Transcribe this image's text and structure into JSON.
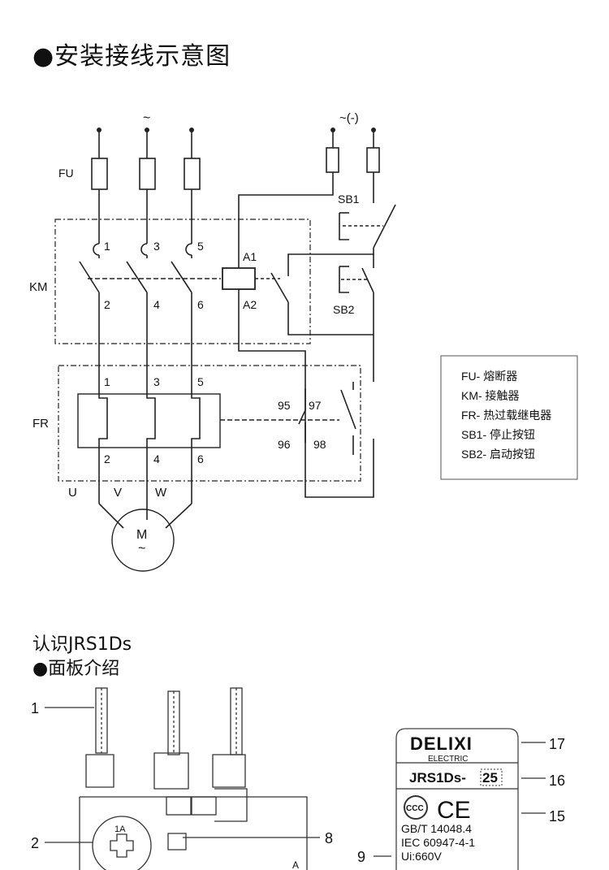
{
  "section_title": "●安装接线示意图",
  "wiring": {
    "tilde": "~",
    "dc_supply": "~(-)",
    "fu": "FU",
    "km": "KM",
    "fr": "FR",
    "sb1": "SB1",
    "sb2": "SB2",
    "a1": "A1",
    "a2": "A2",
    "km_top": [
      "1",
      "3",
      "5"
    ],
    "km_bottom": [
      "2",
      "4",
      "6"
    ],
    "fr_top": [
      "1",
      "3",
      "5"
    ],
    "fr_bottom": [
      "2",
      "4",
      "6"
    ],
    "aux": [
      "95",
      "97",
      "96",
      "98"
    ],
    "phases": [
      "U",
      "V",
      "W"
    ],
    "motor": "M",
    "motor_tilde": "~"
  },
  "legend": [
    "FU- 熔断器",
    "KM- 接触器",
    "FR- 热过载继电器",
    "SB1- 停止按钮",
    "SB2- 启动按钮"
  ],
  "intro_title": "认识JRS1Ds",
  "panel_title": "●面板介绍",
  "panel": {
    "callouts": [
      "1",
      "2",
      "8",
      "9",
      "15",
      "16",
      "17"
    ],
    "dial_value": "1A",
    "side_mark": "A",
    "brand": "DELIXI",
    "brand_sub": "ELECTRIC",
    "model": "JRS1Ds-",
    "model_rating": "25",
    "ce_mark": "CE",
    "cert_ccc": "CCC",
    "std_lines": [
      "GB/T 14048.4",
      "IEC 60947-4-1",
      "Ui:660V"
    ]
  }
}
